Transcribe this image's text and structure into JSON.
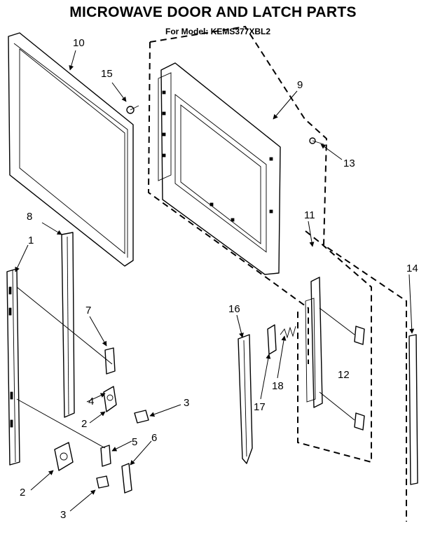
{
  "header": {
    "title": "MICROWAVE DOOR AND LATCH PARTS",
    "model": "For Model: KEMS377XBL2"
  },
  "callouts": [
    {
      "id": "c1",
      "label": "1"
    },
    {
      "id": "c2a",
      "label": "2"
    },
    {
      "id": "c2b",
      "label": "2"
    },
    {
      "id": "c3a",
      "label": "3"
    },
    {
      "id": "c3b",
      "label": "3"
    },
    {
      "id": "c4",
      "label": "4"
    },
    {
      "id": "c5",
      "label": "5"
    },
    {
      "id": "c6",
      "label": "6"
    },
    {
      "id": "c7",
      "label": "7"
    },
    {
      "id": "c8",
      "label": "8"
    },
    {
      "id": "c9",
      "label": "9"
    },
    {
      "id": "c10",
      "label": "10"
    },
    {
      "id": "c11",
      "label": "11"
    },
    {
      "id": "c12",
      "label": "12"
    },
    {
      "id": "c13",
      "label": "13"
    },
    {
      "id": "c14",
      "label": "14"
    },
    {
      "id": "c15",
      "label": "15"
    },
    {
      "id": "c16",
      "label": "16"
    },
    {
      "id": "c17",
      "label": "17"
    },
    {
      "id": "c18",
      "label": "18"
    }
  ]
}
